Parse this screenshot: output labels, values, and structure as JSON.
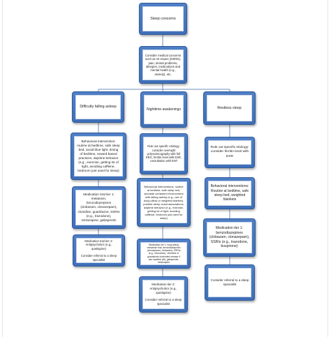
{
  "colors": {
    "node_fill": "#4472c4",
    "node_border": "#2e5a9b",
    "card_fill": "#ffffff",
    "connector": "#6f8fbf"
  },
  "nodes": {
    "sleep_concerns": {
      "lines": [
        "Sleep concerns"
      ]
    },
    "medical_concerns": {
      "lines": [
        "Consider medical concerns",
        "such as GI issues (GERD),",
        "pain, dental problems,",
        "allergies, medications and",
        "mental health (e.g.,",
        "anxiety), etc."
      ]
    },
    "falling_asleep": {
      "lines": [
        "Difficulty falling asleep"
      ]
    },
    "night_awakenings": {
      "lines": [
        "Nighttime awakenings"
      ]
    },
    "restless_sleep": {
      "lines": [
        "Restless sleep"
      ]
    },
    "fa_behavioral": {
      "lines": [
        "Behavioral intervention:",
        "routine at bedtime, safe sleep",
        "bed, avoid blue light, timing",
        "of bedtime, reward-based",
        "practices, daytime behavior",
        "(e.g., exercise, getting lot of",
        "light, avoiding caffeine,",
        "bedroom just used for sleep)"
      ]
    },
    "fa_med_tier1": {
      "lines": [
        "Medication trial tier 1:",
        "melatonin,",
        "benzodiazepines",
        "(clobazam, clonazepam),",
        "clonidine, guanfacine, SSRIs",
        "(e.g., trazodone),",
        "mirtazapine, gabapentin"
      ]
    },
    "fa_med_tier2": {
      "lines": [
        "Medication trial tier 2:",
        "Antipsychotics (e.g.,",
        "quetiapine)"
      ],
      "lines2": [
        "Consider referral to a sleep",
        "specialist"
      ]
    },
    "na_rule_out": {
      "lines": [
        "Rule out specific etiology:",
        "consider overnight",
        "polysomnography with full",
        "EEG, ferritin level with ESR,",
        "consultation with ENT"
      ]
    },
    "na_behavioral": {
      "lines": [
        "Behavioral interventions: routine",
        "at bedtime, safe sleep bed,",
        "simulate consistent environment",
        "with falling asleep (e.g., use of",
        "body pillow or weighted blanket),",
        "positive sleep onset associations,",
        "daytime behavior (e.g., exercise,",
        "getting lot of light, avoiding",
        "caffeine, bedroom just used for",
        "sleep)"
      ]
    },
    "na_med_tier1": {
      "lines": [
        "Medication tier 1: long-acting",
        "melatonin trial, benzodiazepines",
        "(clonazepam, clobazam), SSRIs",
        "(e.g., trazodone), clonidine or",
        "guanfacine (extended release if",
        "can swallow pill), gabapentin,",
        "mirtazapine"
      ]
    },
    "na_med_tier2": {
      "lines": [
        "Medication tier 2:",
        "Antipsychotics (e.g.,",
        "quetiapine)"
      ],
      "lines2": [
        "Consider referral to a sleep",
        "specialist"
      ]
    },
    "rs_rule_out": {
      "lines": [
        "Rule out specific etiology:",
        "consider ferritin level with",
        "ESR"
      ]
    },
    "rs_behavioral": {
      "lines": [
        "Behavioral interventions:",
        "Routine at bedtime, safe",
        "sleep bed, weighted",
        "blankets"
      ]
    },
    "rs_med_tier1": {
      "lines": [
        "Medication tier 1:",
        "benzodiazepines",
        "(clobazam, clonazepam),",
        "SSRIs (e.g., trazodone,",
        "buspirone)"
      ]
    },
    "rs_referral": {
      "lines": [
        "Consider referral to a sleep",
        "specialist"
      ]
    }
  }
}
